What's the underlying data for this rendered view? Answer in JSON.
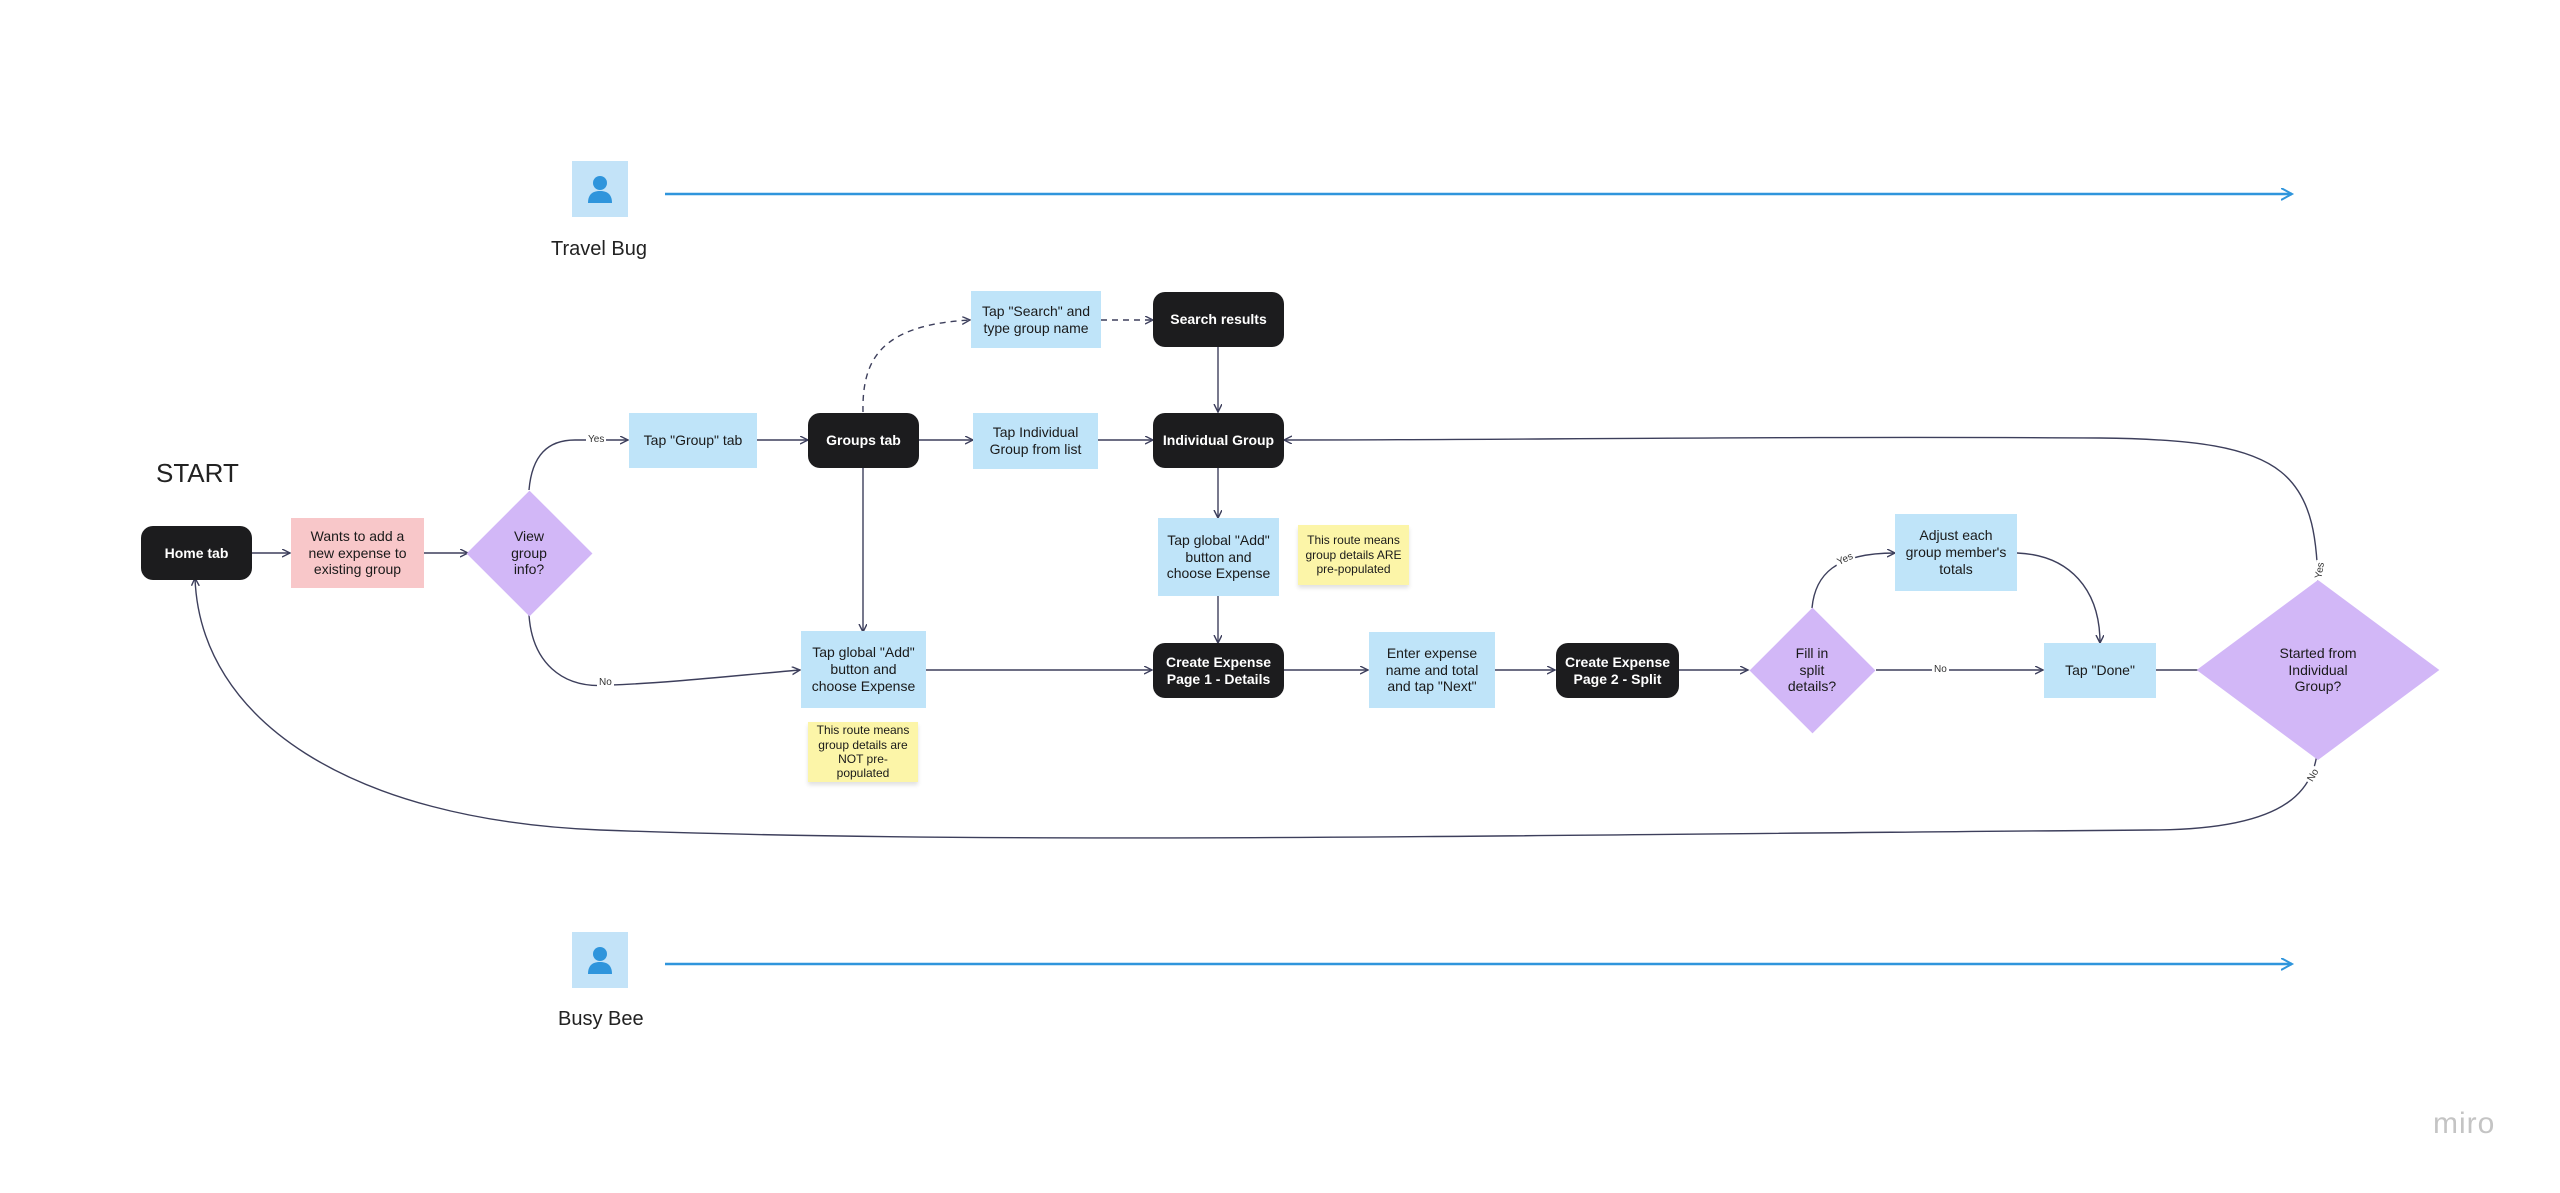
{
  "start_label": "START",
  "personas": {
    "top": "Travel Bug",
    "bottom": "Busy Bee"
  },
  "nodes": {
    "home_tab": "Home tab",
    "wants_to_add": "Wants to add a\nnew expense to\nexisting group",
    "view_group_info": "View\ngroup\ninfo?",
    "tap_group_tab": "Tap \"Group\" tab",
    "groups_tab": "Groups tab",
    "tap_search": "Tap \"Search\" and\ntype group name",
    "search_results": "Search results",
    "tap_individual_group": "Tap Individual\nGroup from list",
    "individual_group": "Individual Group",
    "tap_add_top": "Tap global \"Add\"\nbutton and\nchoose Expense",
    "note_prepopulated": "This route means\ngroup details ARE\npre-populated",
    "tap_add_bottom": "Tap global \"Add\"\nbutton and\nchoose Expense",
    "note_not_prepopulated": "This route means\ngroup details are\nNOT pre-populated",
    "create_page1": "Create Expense\nPage 1 - Details",
    "enter_expense": "Enter expense\nname and total\nand tap \"Next\"",
    "create_page2": "Create Expense\nPage 2 - Split",
    "fill_split": "Fill in\nsplit\ndetails?",
    "adjust_totals": "Adjust each\ngroup member's\ntotals",
    "tap_done": "Tap \"Done\"",
    "started_from": "Started from\nIndividual\nGroup?"
  },
  "edge_labels": {
    "view_yes": "Yes",
    "view_no": "No",
    "fill_yes": "Yes",
    "fill_no": "No",
    "started_yes": "Yes",
    "started_no": "No"
  },
  "colors": {
    "dark": "#1c1c1e",
    "blue": "#bfe4f9",
    "pink": "#f8c7c9",
    "purple": "#d2b7f7",
    "yellow": "#fcf5a8",
    "timeline": "#2f95dc",
    "connector": "#3d3f5c"
  },
  "brand": "miro"
}
